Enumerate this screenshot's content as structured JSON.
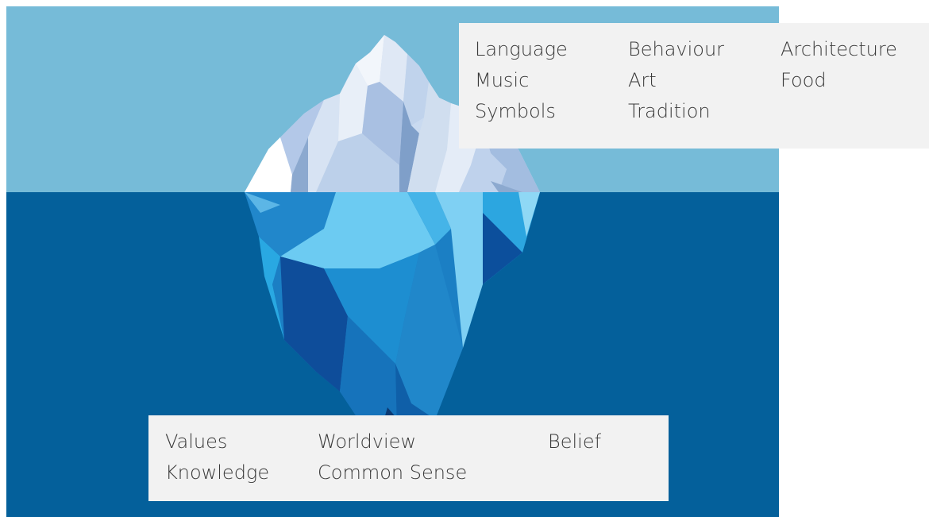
{
  "above_water": {
    "columns": [
      [
        "Language",
        "Music",
        "Symbols"
      ],
      [
        "Behaviour",
        "Art",
        "Tradition"
      ],
      [
        "Architecture",
        "Food"
      ]
    ]
  },
  "below_water": {
    "columns": [
      [
        "Values",
        "Knowledge"
      ],
      [
        "Worldview",
        "Common Sense"
      ],
      [
        "Belief"
      ]
    ]
  },
  "colors": {
    "sky": "#76bbd8",
    "sea": "#04609b",
    "label_bg": "#f2f2f2",
    "label_text": "#3a3a3a"
  }
}
